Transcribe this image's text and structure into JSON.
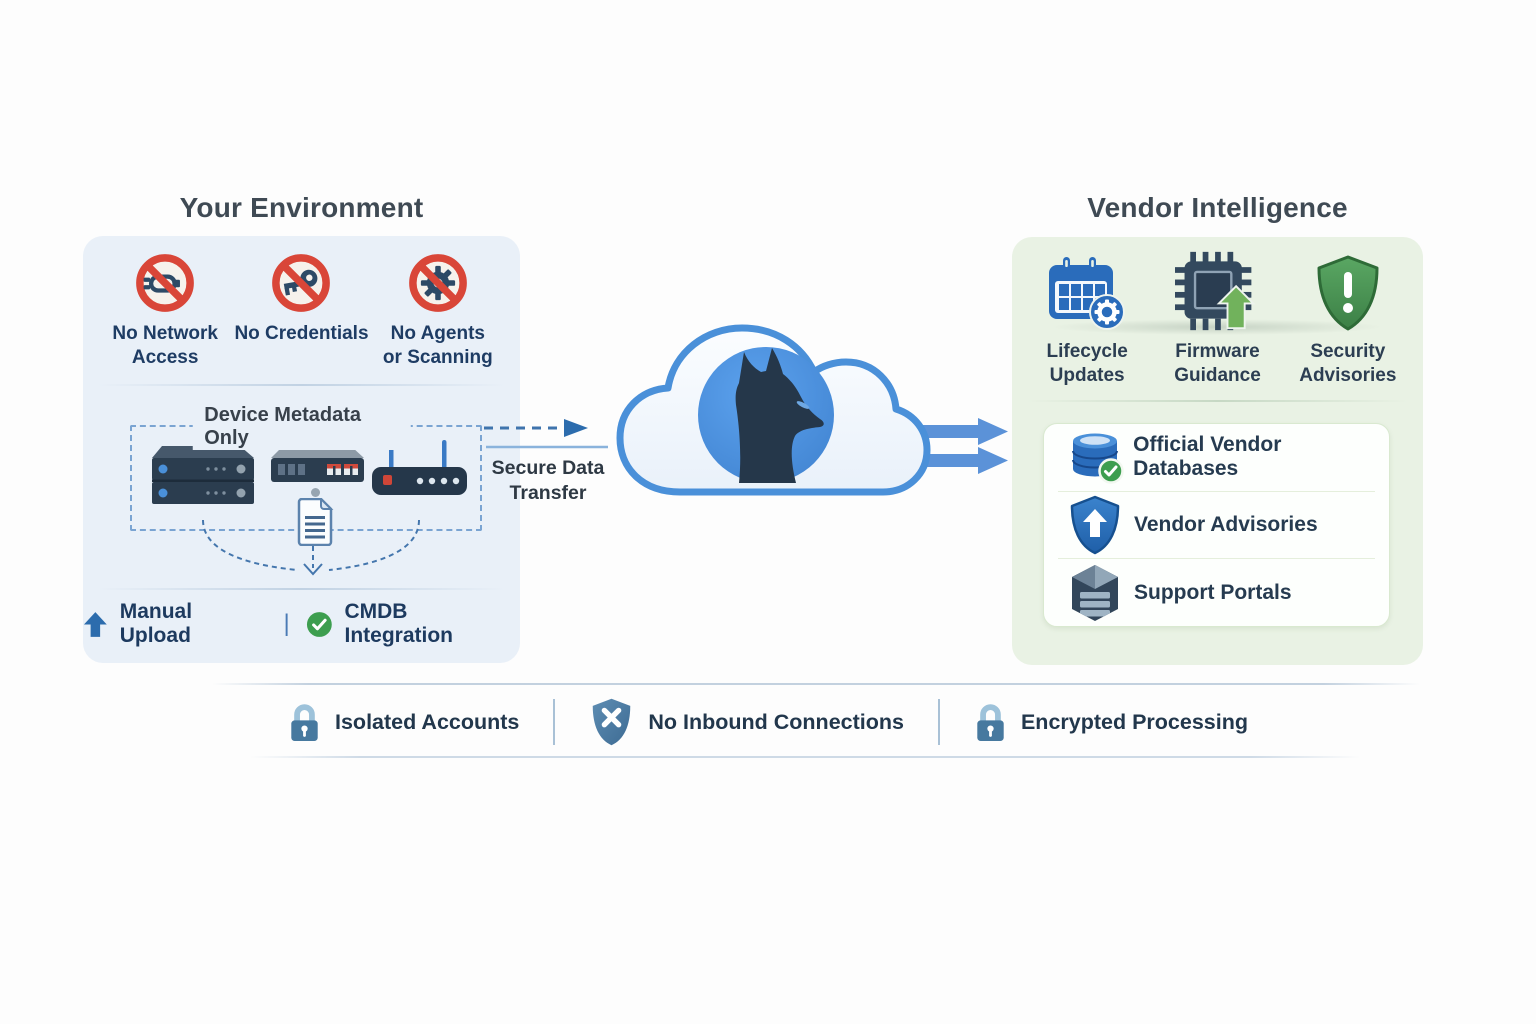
{
  "left_panel": {
    "title": "Your Environment",
    "restrictions": [
      {
        "label": "No Network\nAccess",
        "icon": "no-network-icon"
      },
      {
        "label": "No Credentials",
        "icon": "no-credentials-icon"
      },
      {
        "label": "No Agents\nor Scanning",
        "icon": "no-agents-icon"
      }
    ],
    "metadata_box": {
      "title": "Device Metadata Only"
    },
    "footer": {
      "manual_upload_label": "Manual Upload",
      "separator": "|",
      "cmdb_label": "CMDB Integration"
    }
  },
  "transfer": {
    "label": "Secure Data\nTransfer"
  },
  "right_panel": {
    "title": "Vendor Intelligence",
    "capabilities": [
      {
        "label": "Lifecycle\nUpdates",
        "icon": "calendar-gear-icon"
      },
      {
        "label": "Firmware\nGuidance",
        "icon": "chip-upgrade-icon"
      },
      {
        "label": "Security\nAdvisories",
        "icon": "alert-shield-icon"
      }
    ],
    "sources": [
      {
        "label": "Official Vendor Databases",
        "icon": "database-check-icon"
      },
      {
        "label": "Vendor Advisories",
        "icon": "shield-up-icon"
      },
      {
        "label": "Support Portals",
        "icon": "portal-building-icon"
      }
    ]
  },
  "security_bar": {
    "items": [
      {
        "label": "Isolated Accounts",
        "icon": "lock-icon"
      },
      {
        "label": "No Inbound Connections",
        "icon": "shield-x-icon"
      },
      {
        "label": "Encrypted Processing",
        "icon": "lock-icon"
      }
    ]
  },
  "colors": {
    "prohibition_red": "#d94638",
    "icon_navy": "#2d4a66",
    "label_navy": "#1e3c64",
    "panel_blue_bg": "#e9f0f8",
    "panel_green_bg": "#e9f2e4",
    "cloud_blue": "#4a90d9",
    "fox_navy": "#25374a",
    "success_green": "#3d9e4f",
    "steel_blue": "#47799f",
    "arrow_blue": "#5b92d8"
  }
}
